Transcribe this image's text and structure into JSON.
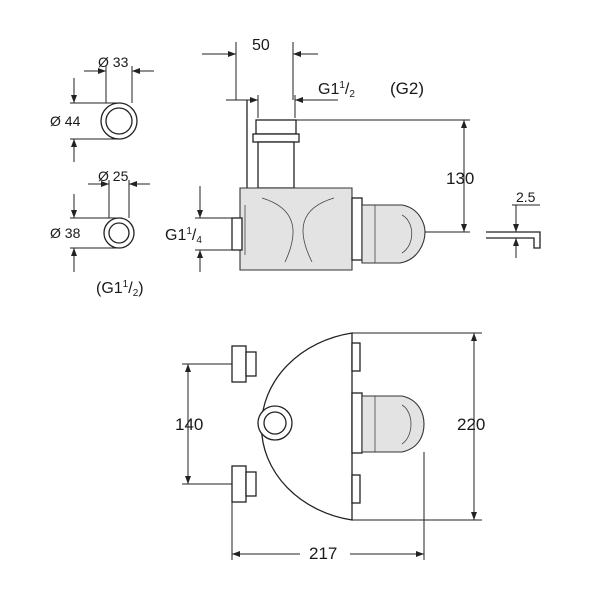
{
  "pipes": [
    {
      "inner_label": "Ø 33",
      "outer_label": "Ø 44"
    },
    {
      "inner_label": "Ø 25",
      "outer_label": "Ø 38"
    }
  ],
  "pipe_thread": {
    "base": "(G1",
    "num": "1",
    "den": "2",
    "close": ")"
  },
  "top_dim": "50",
  "outlet_thread": {
    "base": "G1",
    "num": "1",
    "den": "2",
    "alt": "(G2)"
  },
  "height_dim": "130",
  "inlet_thread": {
    "base": "G1",
    "num": "1",
    "den": "4"
  },
  "bracket_dim": "2.5",
  "front_height": "140",
  "front_total": "220",
  "front_width": "217"
}
